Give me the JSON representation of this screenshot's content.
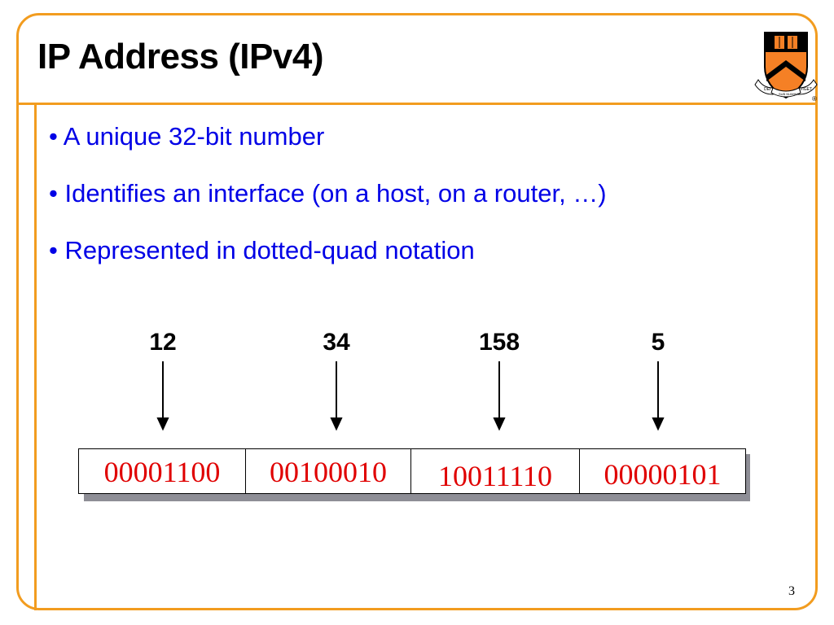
{
  "slide": {
    "title": "IP Address (IPv4)",
    "bullets": [
      "• A unique 32-bit number",
      "• Identifies an interface (on a host, on a router, …)",
      "• Represented in dotted-quad notation"
    ],
    "page_number": "3",
    "logo": {
      "motto_left": "DEI",
      "motto_center": "SUB NUMINE",
      "motto_right": "VIGET",
      "mark": "®"
    }
  },
  "diagram": {
    "octets": [
      {
        "decimal": "12",
        "binary": "00001100"
      },
      {
        "decimal": "34",
        "binary": "00100010"
      },
      {
        "decimal": "158",
        "binary": "10011110"
      },
      {
        "decimal": "5",
        "binary": "00000101"
      }
    ],
    "colors": {
      "frame": "#f29c1f",
      "bullet_text": "#0000e6",
      "binary_text": "#e00000",
      "shadow": "#8e8e96"
    }
  }
}
